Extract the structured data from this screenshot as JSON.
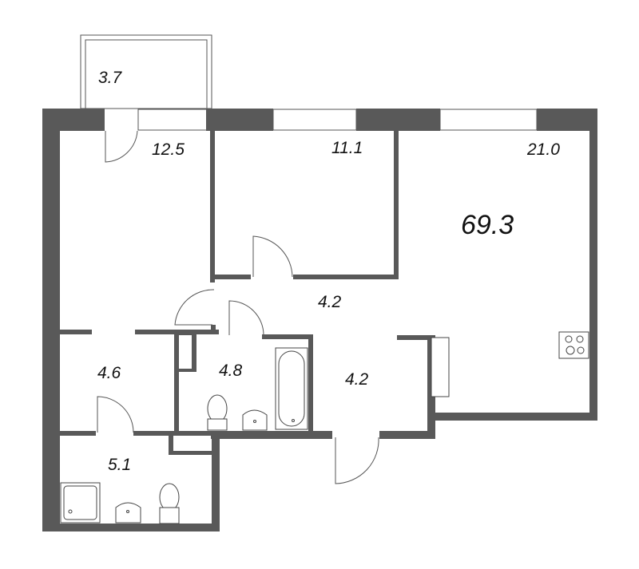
{
  "plan": {
    "total_area": "69.3",
    "rooms": [
      {
        "id": "balcony",
        "area": "3.7"
      },
      {
        "id": "room-left",
        "area": "12.5"
      },
      {
        "id": "bedroom",
        "area": "11.1"
      },
      {
        "id": "living-kitchen",
        "area": "21.0"
      },
      {
        "id": "hall-upper",
        "area": "4.2"
      },
      {
        "id": "hall-lower",
        "area": "4.2"
      },
      {
        "id": "corridor-left",
        "area": "4.6"
      },
      {
        "id": "bathroom",
        "area": "4.8"
      },
      {
        "id": "wc",
        "area": "5.1"
      }
    ],
    "colors": {
      "wall": "#595959",
      "background": "#ffffff"
    }
  }
}
